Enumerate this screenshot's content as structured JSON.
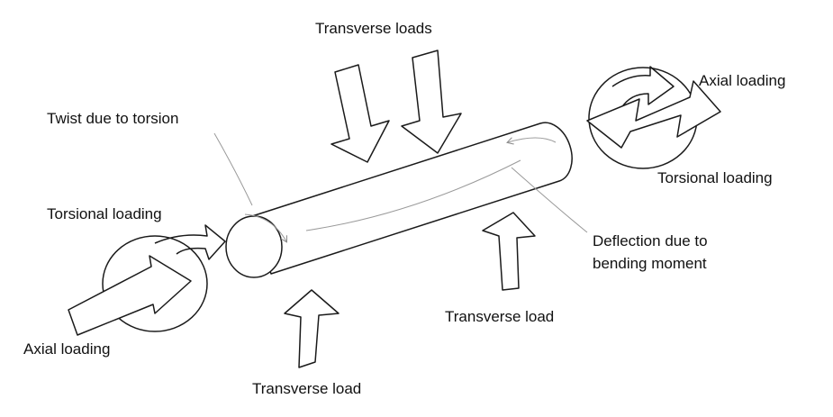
{
  "labels": {
    "transverse_loads_top": "Transverse loads",
    "axial_loading_right": "Axial loading",
    "twist_due_to_torsion": "Twist due to torsion",
    "torsional_loading_right": "Torsional loading",
    "torsional_loading_left": "Torsional loading",
    "deflection_line1": "Deflection due to",
    "deflection_line2": "bending moment",
    "transverse_load_right": "Transverse load",
    "axial_loading_left": "Axial loading",
    "transverse_load_bottom": "Transverse load"
  },
  "colors": {
    "stroke": "#1a1a1a",
    "leader": "#9a9a9a",
    "background": "#ffffff"
  }
}
